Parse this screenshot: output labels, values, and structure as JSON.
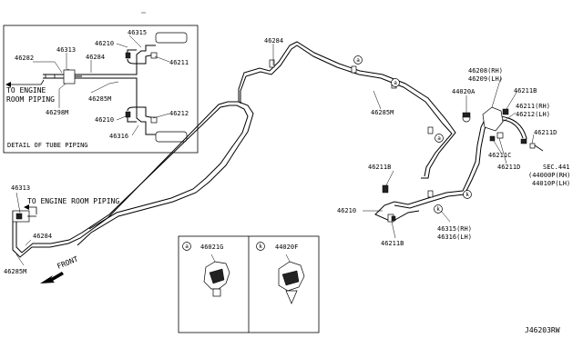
{
  "detail_box": {
    "labels": {
      "p46313": "46313",
      "p46315": "46315",
      "p46282": "46282",
      "p46210a": "46210",
      "p46284": "46284",
      "p46211": "46211",
      "engine_line1": "TO ENGINE",
      "engine_line2": "ROOM PIPING",
      "p46285m": "46285M",
      "p46298m": "46298M",
      "p46210b": "46210",
      "p46212": "46212",
      "p46316": "46316"
    },
    "caption": "DETAIL OF TUBE PIPING"
  },
  "main": {
    "labels": {
      "p46284": "46284",
      "p46285m": "46285M",
      "callout_a1": "a",
      "callout_a2": "a",
      "callout_a3": "a",
      "callout_k1": "k",
      "callout_k2": "k",
      "p46208": "46208(RH)",
      "p46209": "46209(LH)",
      "p44020a": "44020A",
      "p46211b_1": "46211B",
      "p46211_rh": "46211(RH)",
      "p46212_lh": "46212(LH)",
      "p46211d_1": "46211D",
      "p46211c": "46211C",
      "p46211d_2": "46211D",
      "sec441": "SEC.441",
      "p44000p": "(44000P(RH)",
      "p44010p": "44010P(LH)",
      "p46211b_2": "46211B",
      "p46210": "46210",
      "p46211b_3": "46211B",
      "p46315": "46315(RH)",
      "p46316": "46316(LH)",
      "p46313": "46313",
      "engine_piping": "TO ENGINE ROOM PIPING",
      "p46284_left": "46284",
      "p46285m_left": "46285M",
      "front": "FRONT"
    }
  },
  "legend": {
    "a_symbol": "a",
    "a_part": "46021G",
    "k_symbol": "k",
    "k_part": "44020F"
  },
  "diagram_id": "J46203RW"
}
